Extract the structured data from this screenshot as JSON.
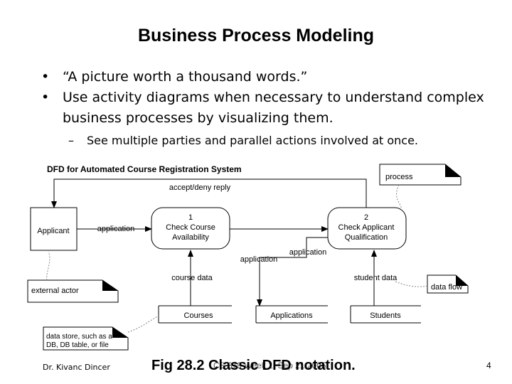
{
  "slide": {
    "title": "Business Process Modeling",
    "bullets": [
      "“A picture worth a thousand words.”",
      "Use activity diagrams when necessary to understand complex business processes by visualizing them."
    ],
    "sub_bullet": "See multiple parties and parallel actions involved at once.",
    "bullet_mark": "•",
    "sub_bullet_mark": "–"
  },
  "diagram": {
    "title": "DFD for Automated Course Registration System",
    "process_1": {
      "number": "1",
      "line1": "Check Course",
      "line2": "Availability"
    },
    "process_2": {
      "number": "2",
      "line1": "Check Applicant",
      "line2": "Qualification"
    },
    "entity_applicant": "Applicant",
    "store_courses": "Courses",
    "store_applications": "Applications",
    "store_students": "Students",
    "flow_accept_deny": "accept/deny reply",
    "flow_application_1": "application",
    "flow_application_2": "application",
    "flow_application_3": "application",
    "flow_course_data": "course data",
    "flow_student_data": "student data",
    "note_process": "process",
    "note_external_actor": "external actor",
    "note_data_flow": "data flow",
    "note_data_store_lines": [
      "data store, such as a",
      "DB, DB table, or file"
    ]
  },
  "footer": {
    "author": "Dr. Kivanc Dincer",
    "overlay_text": "CS 319 Week 1: Sep 21 2005",
    "caption": "Fig 28.2 Classic DFD notation.",
    "page": "4"
  }
}
